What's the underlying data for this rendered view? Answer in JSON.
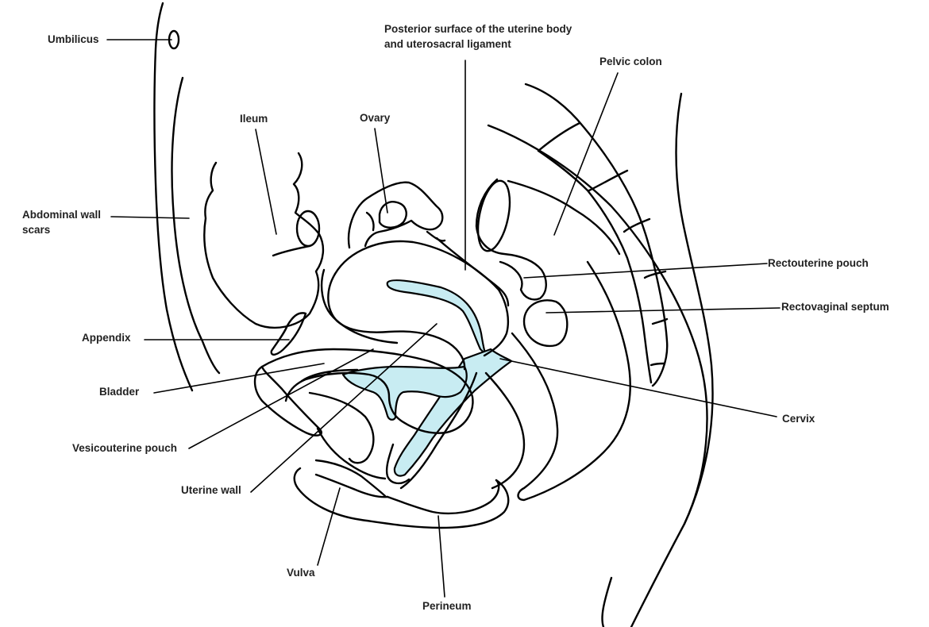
{
  "labels": {
    "umbilicus": "Umbilicus",
    "abdominal_wall_scars_1": "Abdominal wall",
    "abdominal_wall_scars_2": "scars",
    "ileum": "Ileum",
    "ovary": "Ovary",
    "posterior_surface_1": "Posterior surface of the uterine body",
    "posterior_surface_2": "and uterosacral ligament",
    "pelvic_colon": "Pelvic colon",
    "rectouterine_pouch": "Rectouterine pouch",
    "rectovaginal_septum": "Rectovaginal septum",
    "appendix": "Appendix",
    "bladder": "Bladder",
    "cervix": "Cervix",
    "vesicouterine_pouch": "Vesicouterine pouch",
    "uterine_wall": "Uterine wall",
    "vulva": "Vulva",
    "perineum": "Perineum"
  },
  "colors": {
    "outline": "#000000",
    "cavity_fill": "#c8ecf2",
    "background": "#ffffff",
    "label_text": "#222222"
  }
}
